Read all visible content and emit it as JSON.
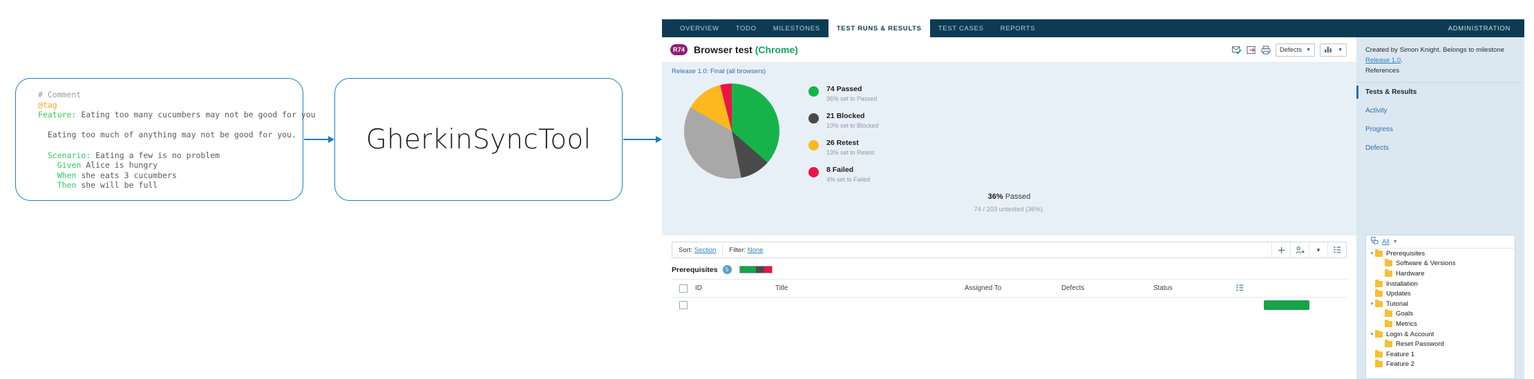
{
  "diagram": {
    "gherkin_code": [
      {
        "indent": 0,
        "parts": [
          {
            "t": "# Comment",
            "c": "c-comment"
          }
        ]
      },
      {
        "indent": 0,
        "parts": [
          {
            "t": "@tag",
            "c": "c-tag"
          }
        ]
      },
      {
        "indent": 0,
        "parts": [
          {
            "t": "Feature:",
            "c": "c-kw"
          },
          {
            "t": " Eating too many cucumbers may not be good for you",
            "c": "c-txt"
          }
        ]
      },
      {
        "indent": 0,
        "parts": []
      },
      {
        "indent": 2,
        "parts": [
          {
            "t": "Eating too much of anything may not be good for you.",
            "c": "c-txt"
          }
        ]
      },
      {
        "indent": 0,
        "parts": []
      },
      {
        "indent": 2,
        "parts": [
          {
            "t": "Scenario:",
            "c": "c-kw"
          },
          {
            "t": " Eating a few is no problem",
            "c": "c-txt"
          }
        ]
      },
      {
        "indent": 4,
        "parts": [
          {
            "t": "Given",
            "c": "c-kw"
          },
          {
            "t": " Alice is hungry",
            "c": "c-txt"
          }
        ]
      },
      {
        "indent": 4,
        "parts": [
          {
            "t": "When",
            "c": "c-kw"
          },
          {
            "t": " she eats 3 cucumbers",
            "c": "c-txt"
          }
        ]
      },
      {
        "indent": 4,
        "parts": [
          {
            "t": "Then",
            "c": "c-kw"
          },
          {
            "t": " she will be full",
            "c": "c-txt"
          }
        ]
      }
    ],
    "tool_name": "GherkinSyncTool",
    "accent_color": "#1a7fc1"
  },
  "testrail": {
    "nav": {
      "tabs": [
        {
          "label": "OVERVIEW",
          "active": false
        },
        {
          "label": "TODO",
          "active": false
        },
        {
          "label": "MILESTONES",
          "active": false
        },
        {
          "label": "TEST RUNS & RESULTS",
          "active": true
        },
        {
          "label": "TEST CASES",
          "active": false
        },
        {
          "label": "REPORTS",
          "active": false
        }
      ],
      "admin_label": "ADMINISTRATION",
      "bar_color": "#0d3b54"
    },
    "header": {
      "badge": "R74",
      "title": "Browser test ",
      "environment": "(Chrome)",
      "icons": [
        "mail-check-icon",
        "export-icon",
        "print-icon"
      ],
      "defects_select": "Defects",
      "chart_select_icon": "bar-chart-icon"
    },
    "run": {
      "subtitle": "Release 1.0: Final (all browsers)",
      "summary_percent": "36%",
      "summary_label": " Passed",
      "summary_detail": "74 / 203 untested (36%)."
    },
    "toolbar": {
      "sort_label": "Sort:",
      "sort_value": "Section",
      "filter_label": "Filter:",
      "filter_value": "None",
      "add_icon": "plus-icon",
      "assign_icon": "assign-user-icon",
      "chevron_icon": "chevron-down-icon",
      "columns_icon": "columns-icon"
    },
    "section": {
      "name": "Prerequisites",
      "count": "5",
      "progress": [
        {
          "color": "#16a34a",
          "pct": 52
        },
        {
          "color": "#4a4a4a",
          "pct": 26
        },
        {
          "color": "#ec1446",
          "pct": 22
        }
      ]
    },
    "table": {
      "columns": [
        "ID",
        "Title",
        "Assigned To",
        "Defects",
        "Status"
      ],
      "columns_icon": "columns-icon",
      "rows": [
        {
          "id": "",
          "title": "",
          "assigned_to": "",
          "defects": "",
          "status": ""
        }
      ]
    },
    "sidebar": {
      "info_prefix": "Created by Simon Knight. Belongs to milestone ",
      "info_link": "Release 1.0",
      "info_suffix": ".",
      "references_label": "References",
      "items": [
        {
          "label": "Tests & Results",
          "current": true
        },
        {
          "label": "Activity",
          "current": false
        },
        {
          "label": "Progress",
          "current": false
        },
        {
          "label": "Defects",
          "current": false
        }
      ],
      "tree": {
        "root_icon": "tree-root-icon",
        "root_label": "All",
        "root_chevron": "chevron-down-icon",
        "nodes": [
          {
            "label": "Prerequisites",
            "depth": 0,
            "expandable": true
          },
          {
            "label": "Software & Versions",
            "depth": 1,
            "expandable": false
          },
          {
            "label": "Hardware",
            "depth": 1,
            "expandable": false
          },
          {
            "label": "Installation",
            "depth": 0,
            "expandable": false
          },
          {
            "label": "Updates",
            "depth": 0,
            "expandable": false
          },
          {
            "label": "Tutorial",
            "depth": 0,
            "expandable": true
          },
          {
            "label": "Goals",
            "depth": 1,
            "expandable": false
          },
          {
            "label": "Metrics",
            "depth": 1,
            "expandable": false
          },
          {
            "label": "Login & Account",
            "depth": 0,
            "expandable": true
          },
          {
            "label": "Reset Password",
            "depth": 1,
            "expandable": false
          },
          {
            "label": "Feature 1",
            "depth": 0,
            "expandable": false
          },
          {
            "label": "Feature 2",
            "depth": 0,
            "expandable": false
          }
        ]
      }
    }
  },
  "chart_data": {
    "type": "pie",
    "title": "Release 1.0: Final (all browsers)",
    "legend_position": "right",
    "total_tests": 203,
    "categories": [
      "Passed",
      "Blocked",
      "Untested",
      "Retest",
      "Failed"
    ],
    "values": [
      74,
      21,
      74,
      26,
      8
    ],
    "percentages": [
      36,
      10,
      36,
      13,
      4
    ],
    "colors": [
      "#16b34a",
      "#4a4a4a",
      "#a8a8a8",
      "#fcb81c",
      "#ec1446"
    ],
    "legend": [
      {
        "count": "74 Passed",
        "detail": "36% set to Passed",
        "color": "#16b34a"
      },
      {
        "count": "21 Blocked",
        "detail": "10% set to Blocked",
        "color": "#4a4a4a"
      },
      {
        "count": "26 Retest",
        "detail": "13% set to Retest",
        "color": "#fcb81c"
      },
      {
        "count": "8 Failed",
        "detail": "4% set to Failed",
        "color": "#ec1446"
      }
    ],
    "annotation_main": "36% Passed",
    "annotation_sub": "74 / 203 untested (36%)."
  }
}
